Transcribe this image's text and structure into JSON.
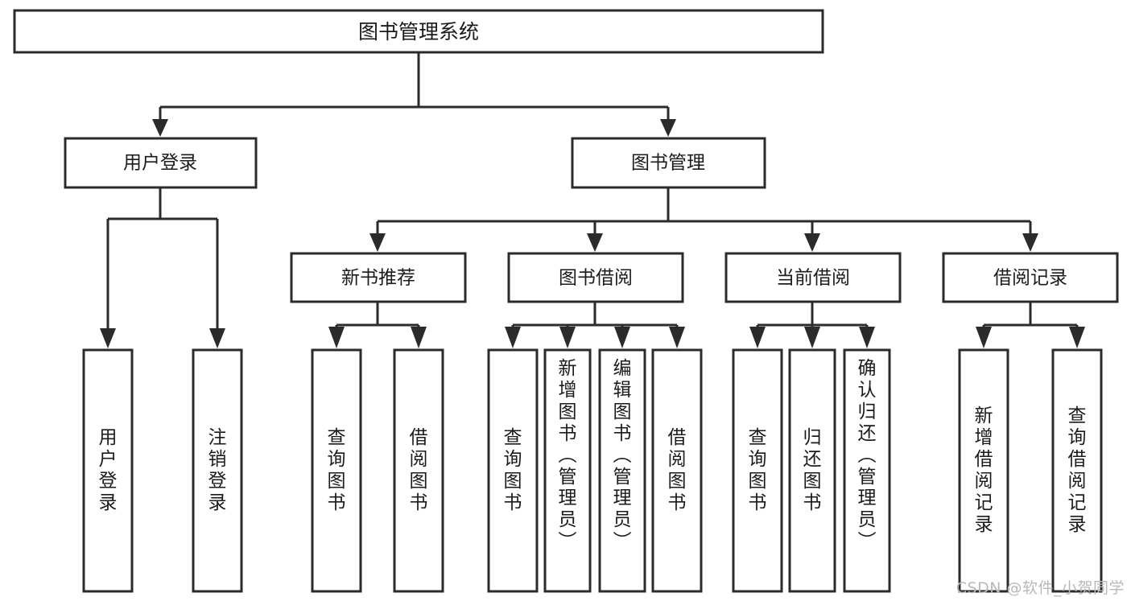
{
  "diagram": {
    "type": "tree-hierarchy-diagram",
    "title_node": {
      "id": "root",
      "label": "图书管理系统"
    },
    "level2": [
      {
        "id": "user-login",
        "label": "用户登录"
      },
      {
        "id": "book-management",
        "label": "图书管理"
      }
    ],
    "level3": [
      {
        "id": "new-book-recommend",
        "label": "新书推荐",
        "parent": "book-management"
      },
      {
        "id": "book-borrow",
        "label": "图书借阅",
        "parent": "book-management"
      },
      {
        "id": "current-borrow",
        "label": "当前借阅",
        "parent": "book-management"
      },
      {
        "id": "borrow-record",
        "label": "借阅记录",
        "parent": "book-management"
      }
    ],
    "leaves": [
      {
        "id": "leaf-user-login",
        "parent": "user-login",
        "chars": [
          "用",
          "户",
          "登",
          "录"
        ]
      },
      {
        "id": "leaf-logout",
        "parent": "user-login",
        "chars": [
          "注",
          "销",
          "登",
          "录"
        ]
      },
      {
        "id": "leaf-query-book-1",
        "parent": "new-book-recommend",
        "chars": [
          "查",
          "询",
          "图",
          "书"
        ]
      },
      {
        "id": "leaf-borrow-book-1",
        "parent": "new-book-recommend",
        "chars": [
          "借",
          "阅",
          "图",
          "书"
        ]
      },
      {
        "id": "leaf-query-book-2",
        "parent": "book-borrow",
        "chars": [
          "查",
          "询",
          "图",
          "书"
        ]
      },
      {
        "id": "leaf-add-book-admin",
        "parent": "book-borrow",
        "chars": [
          "新",
          "增",
          "图",
          "书",
          "（",
          "管",
          "理",
          "员",
          "）"
        ]
      },
      {
        "id": "leaf-edit-book-admin",
        "parent": "book-borrow",
        "chars": [
          "编",
          "辑",
          "图",
          "书",
          "（",
          "管",
          "理",
          "员",
          "）"
        ]
      },
      {
        "id": "leaf-borrow-book-2",
        "parent": "book-borrow",
        "chars": [
          "借",
          "阅",
          "图",
          "书"
        ]
      },
      {
        "id": "leaf-query-book-3",
        "parent": "current-borrow",
        "chars": [
          "查",
          "询",
          "图",
          "书"
        ]
      },
      {
        "id": "leaf-return-book",
        "parent": "current-borrow",
        "chars": [
          "归",
          "还",
          "图",
          "书"
        ]
      },
      {
        "id": "leaf-confirm-return-admin",
        "parent": "current-borrow",
        "chars": [
          "确",
          "认",
          "归",
          "还",
          "（",
          "管",
          "理",
          "员",
          "）"
        ]
      },
      {
        "id": "leaf-add-borrow-record",
        "parent": "borrow-record",
        "chars": [
          "新",
          "增",
          "借",
          "阅",
          "记",
          "录"
        ]
      },
      {
        "id": "leaf-query-borrow-record",
        "parent": "borrow-record",
        "chars": [
          "查",
          "询",
          "借",
          "阅",
          "记",
          "录"
        ]
      }
    ],
    "colors": {
      "stroke": "#2b2b2b",
      "fill": "#ffffff",
      "text": "#1b1b1b",
      "watermark": "#b9b9b9",
      "background": "#ffffff"
    }
  },
  "watermark": {
    "text": "CSDN @软件_小贺同学"
  }
}
